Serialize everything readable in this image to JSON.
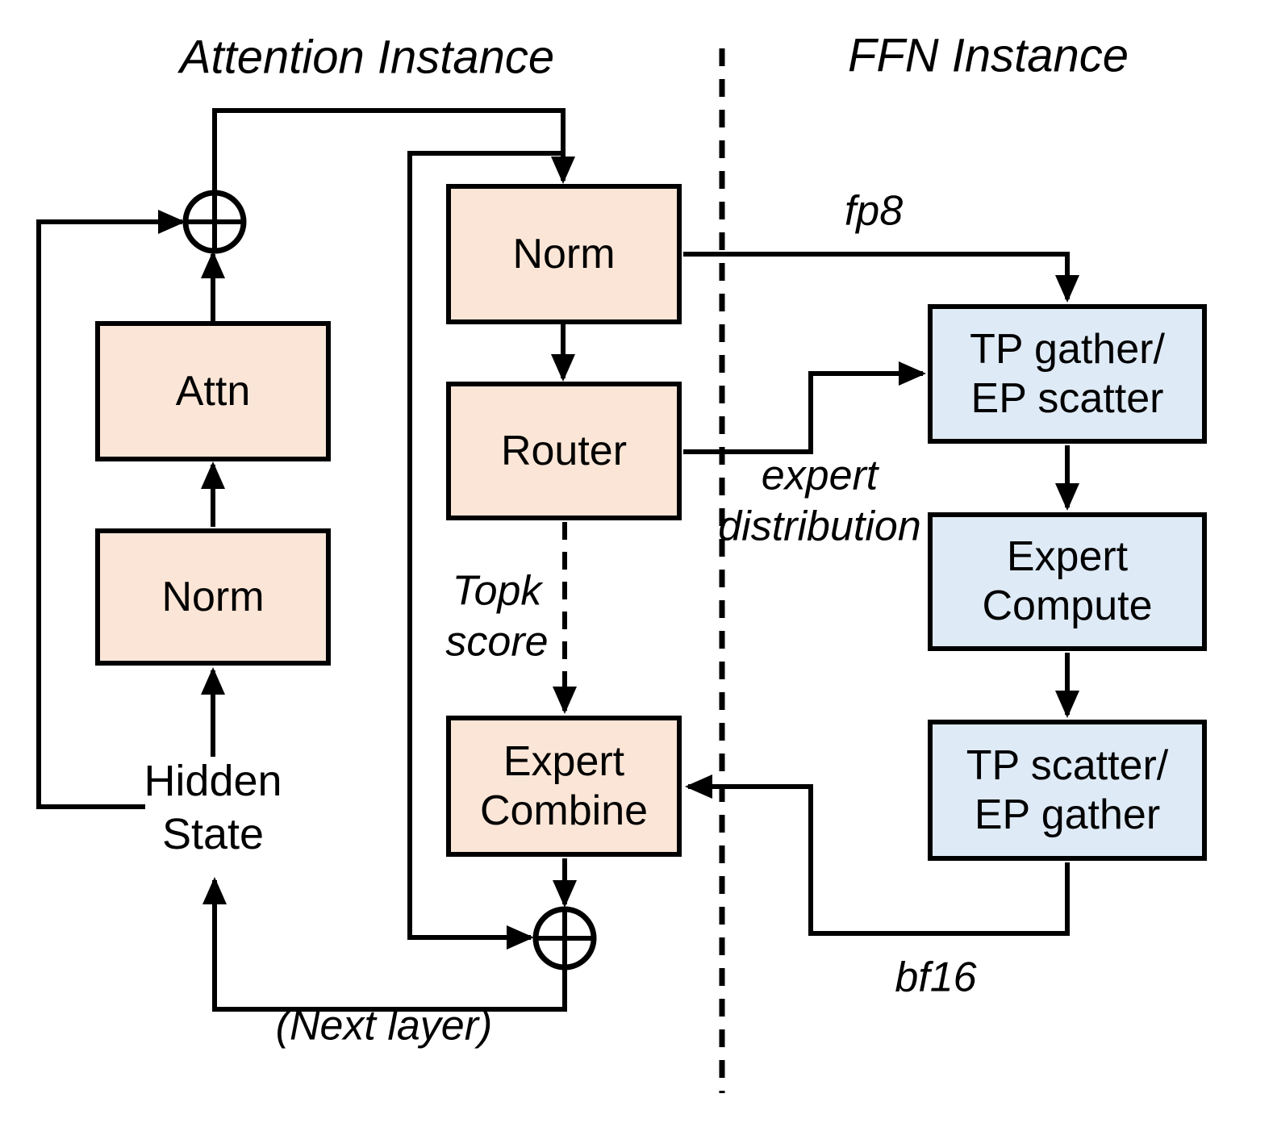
{
  "titles": {
    "attention": "Attention Instance",
    "ffn": "FFN Instance"
  },
  "boxes": {
    "attn_norm": {
      "label": "Norm"
    },
    "attn": {
      "label": "Attn"
    },
    "ffn_norm": {
      "label": "Norm"
    },
    "router": {
      "label": "Router"
    },
    "expert_combine": {
      "label": "Expert\nCombine"
    },
    "tp_gather": {
      "label": "TP gather/\nEP scatter"
    },
    "expert_compute": {
      "label": "Expert\nCompute"
    },
    "tp_scatter": {
      "label": "TP scatter/\nEP gather"
    }
  },
  "annotations": {
    "fp8": "fp8",
    "expert_distribution": "expert\ndistribution",
    "topk_score": "Topk\nscore",
    "bf16": "bf16",
    "hidden_state": "Hidden\nState",
    "next_layer": "(Next layer)"
  },
  "icons": {
    "residual_add_attention": "plus-circle",
    "residual_add_ffn": "plus-circle"
  },
  "colors": {
    "attention_fill": "#FBE5D6",
    "ffn_fill": "#DEEAF6",
    "line": "#000000",
    "background": "#FFFFFF"
  }
}
